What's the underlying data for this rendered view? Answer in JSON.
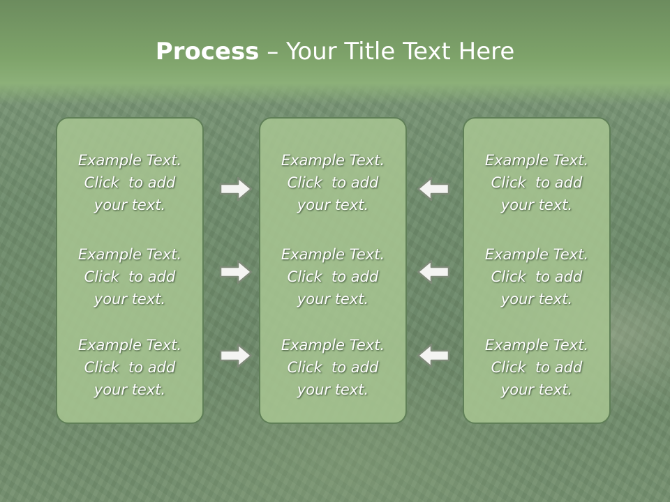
{
  "slide": {
    "title_bold": "Process",
    "title_rest": " – Your Title Text Here"
  },
  "columns": [
    {
      "items": [
        {
          "line1": "Example Text.",
          "line2": "Click  to add",
          "line3": "your text."
        },
        {
          "line1": "Example Text.",
          "line2": "Click  to add",
          "line3": "your text."
        },
        {
          "line1": "Example Text.",
          "line2": "Click  to add",
          "line3": "your text."
        }
      ]
    },
    {
      "items": [
        {
          "line1": "Example Text.",
          "line2": "Click  to add",
          "line3": "your text."
        },
        {
          "line1": "Example Text.",
          "line2": "Click  to add",
          "line3": "your text."
        },
        {
          "line1": "Example Text.",
          "line2": "Click  to add",
          "line3": "your text."
        }
      ]
    },
    {
      "items": [
        {
          "line1": "Example Text.",
          "line2": "Click  to add",
          "line3": "your text."
        },
        {
          "line1": "Example Text.",
          "line2": "Click  to add",
          "line3": "your text."
        },
        {
          "line1": "Example Text.",
          "line2": "Click  to add",
          "line3": "your text."
        }
      ]
    }
  ],
  "arrows": {
    "left_group": "right-arrow-icon",
    "right_group": "left-arrow-icon"
  },
  "colors": {
    "header": "#7ea36a",
    "panel_fill": "#a6c491",
    "panel_border": "#5f7f57",
    "text": "#ffffff"
  }
}
